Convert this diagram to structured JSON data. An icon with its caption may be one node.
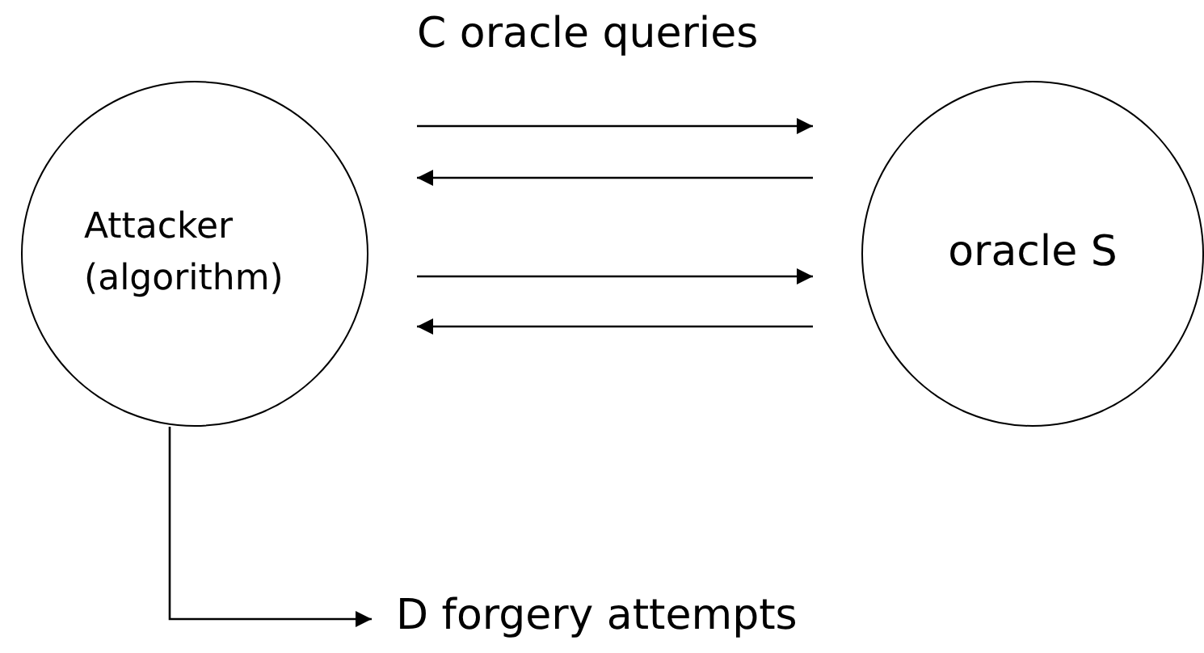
{
  "diagram": {
    "nodes": [
      {
        "text": [
          "Attacker (algorithm)"
        ]
      },
      {
        "text": [
          "oracle S"
        ]
      },
      {
        "text": [
          "D forgery attempts"
        ]
      }
    ],
    "edges": [
      {
        "from": 0,
        "to": 1,
        "arrow": "to"
      },
      {
        "from": 1,
        "to": 0,
        "arrow": "to"
      },
      {
        "from": 0,
        "to": 1,
        "arrow": "to"
      },
      {
        "from": 1,
        "to": 0,
        "arrow": "to"
      },
      {
        "from": 0,
        "to": 2,
        "arrow": "to"
      }
    ],
    "labels": [
      "C oracle queries"
    ]
  }
}
